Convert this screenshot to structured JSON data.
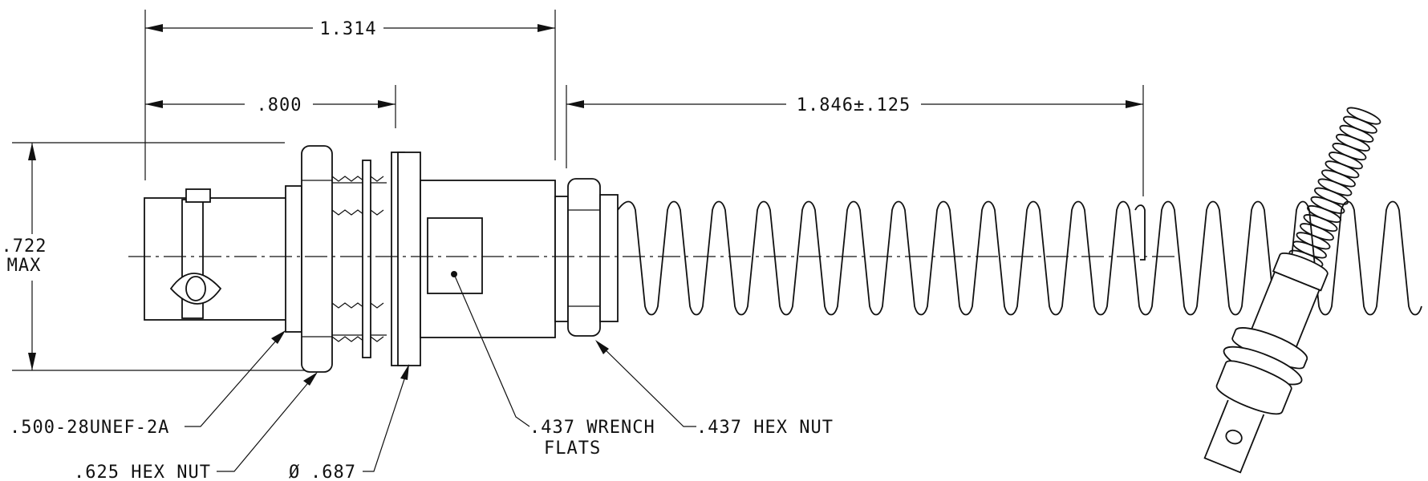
{
  "dimensions": {
    "overall_length": "1.314",
    "body_length": ".800",
    "spring_length": "1.846±.125",
    "height_value": ".722",
    "height_qualifier": "MAX"
  },
  "callouts": {
    "thread": ".500-28UNEF-2A",
    "hex_nut_large": ".625 HEX NUT",
    "diameter_symbol": "Ø",
    "diameter_value": ".687",
    "wrench_flats_line1": ".437 WRENCH",
    "wrench_flats_line2": "FLATS",
    "hex_nut_small": ".437 HEX NUT"
  }
}
